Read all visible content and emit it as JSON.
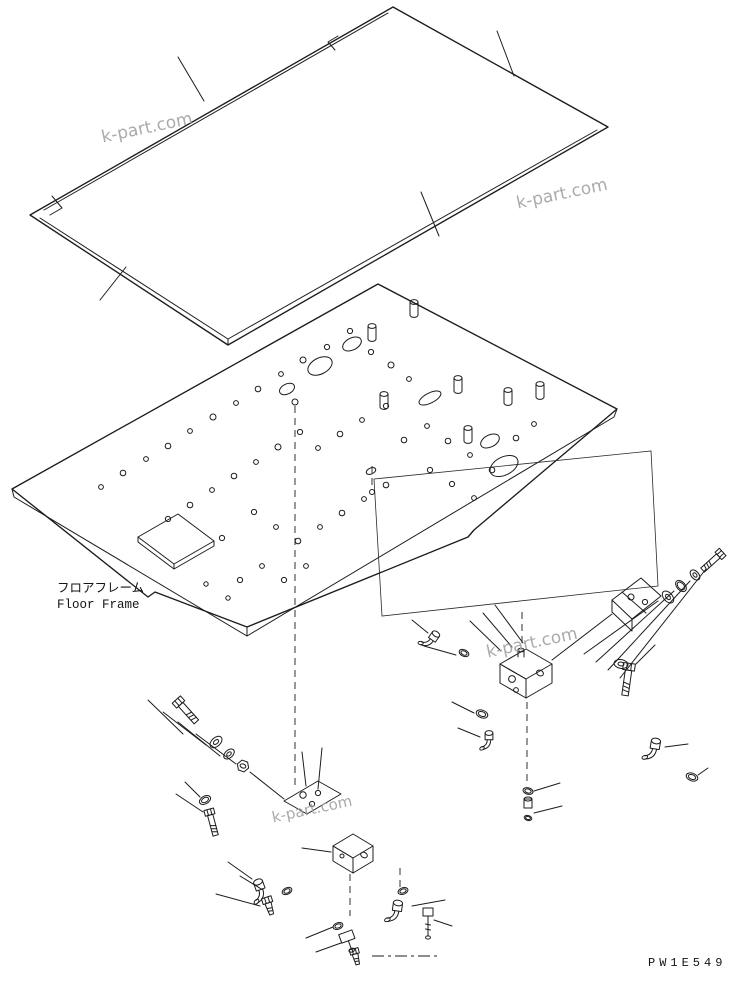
{
  "page": {
    "background_color": "#ffffff",
    "line_color": "#1c1c1c",
    "watermark_color": "#9c9c9c"
  },
  "diagram": {
    "type": "exploded-parts-drawing",
    "label_jp": "フロアフレーム",
    "label_en": "Floor Frame",
    "drawing_number": "PW1E549",
    "watermark_text": "k-part.com",
    "watermark_instances": 4,
    "visible_parts": [
      "floor-mat-sheet",
      "floor-frame-plate",
      "rectangular-cutout",
      "mounting-bracket",
      "valve-block-left",
      "valve-block-right",
      "bolts",
      "washers",
      "nut",
      "o-rings",
      "elbow-fittings",
      "plugs"
    ]
  }
}
